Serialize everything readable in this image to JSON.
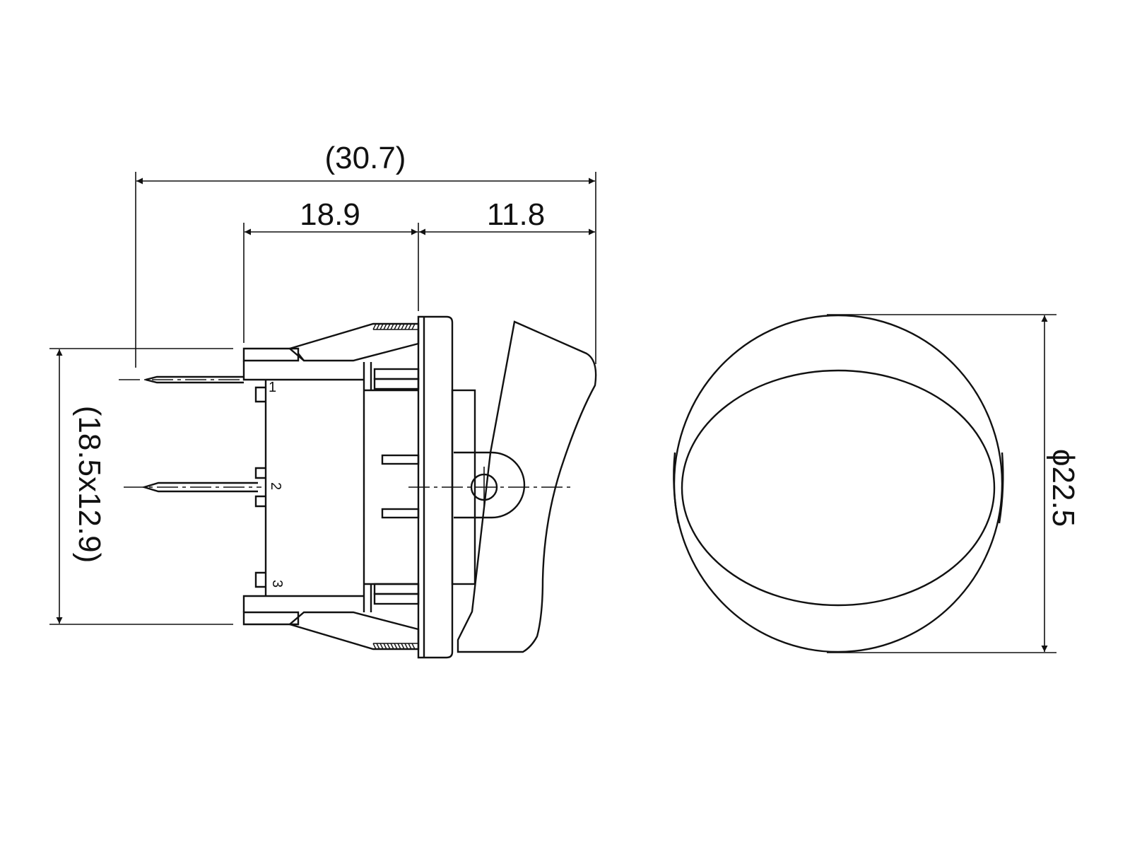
{
  "dimensions": {
    "overall_length": "(30.7)",
    "body_length": "18.9",
    "actuator_length": "11.8",
    "cutout_size": "(18.5x12.9)",
    "diameter": "ϕ22.5"
  },
  "terminals": [
    "1",
    "2",
    "3"
  ],
  "colors": {
    "line": "#111111",
    "background": "#ffffff"
  }
}
